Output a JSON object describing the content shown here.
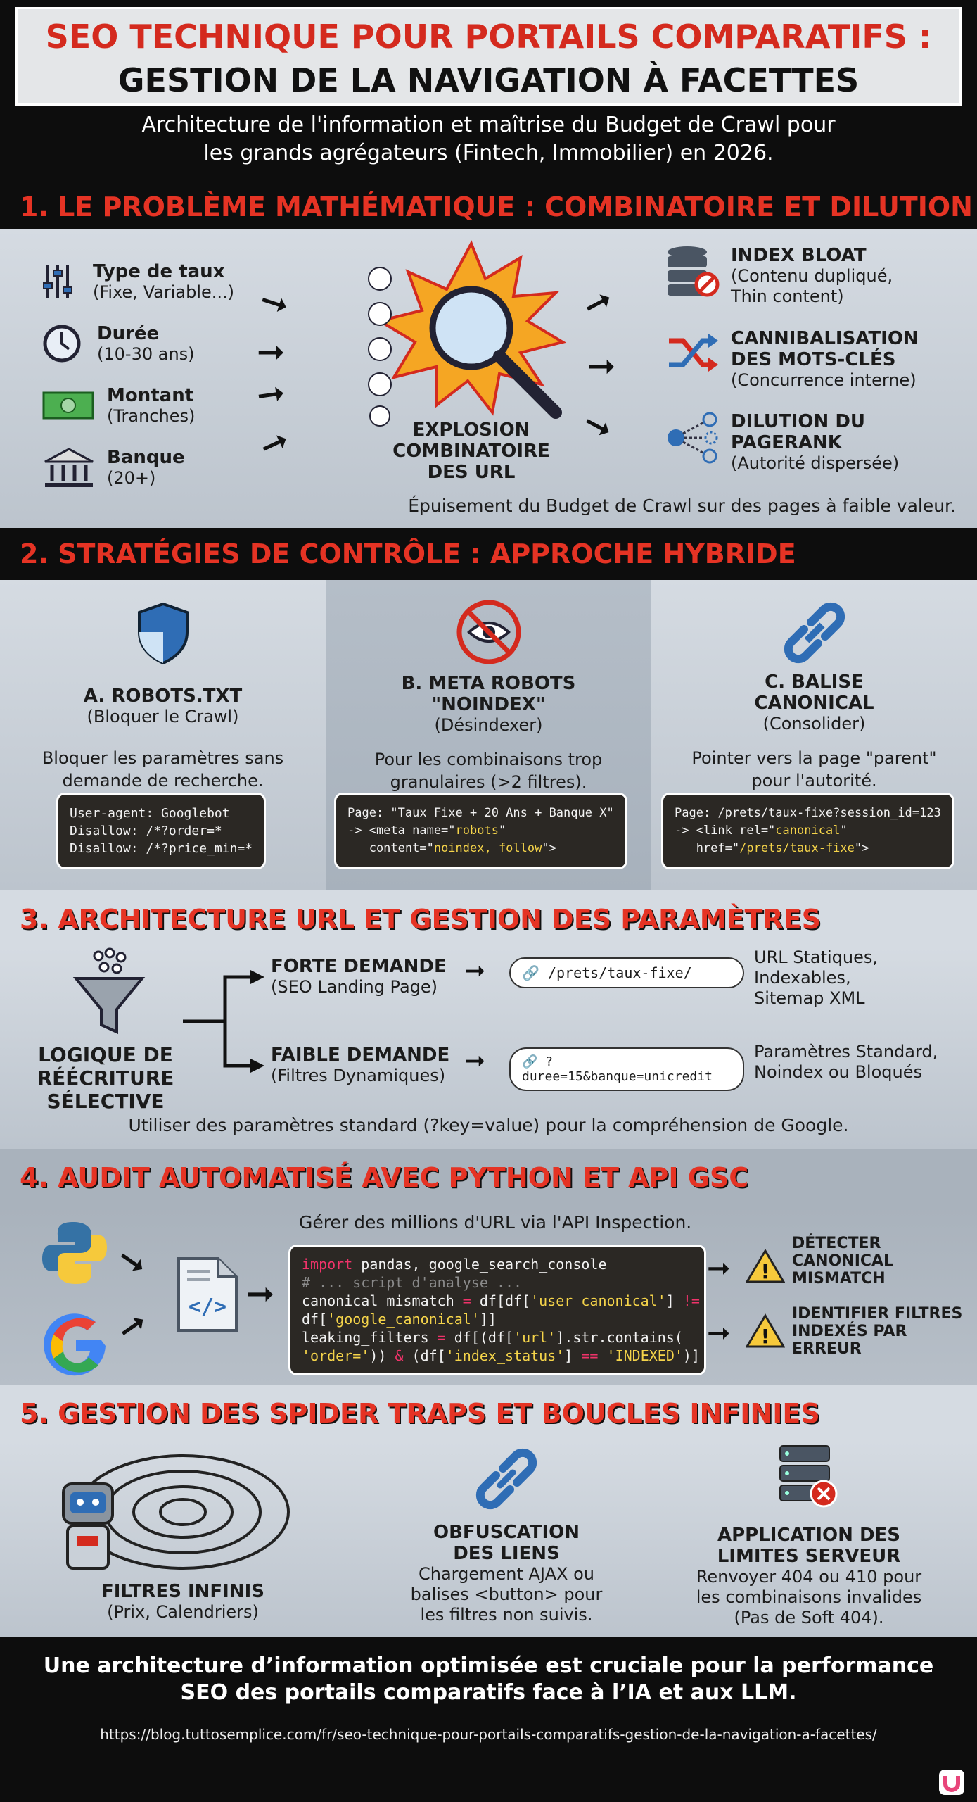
{
  "header": {
    "title_line1": "SEO TECHNIQUE POUR PORTAILS COMPARATIFS :",
    "title_line2": "GESTION DE LA NAVIGATION À FACETTES",
    "subtitle_line1": "Architecture de l'information et maîtrise du Budget de Crawl pour",
    "subtitle_line2": "les grands agrégateurs (Fintech, Immobilier) en 2026."
  },
  "s1": {
    "title": "1. LE PROBLÈME MATHÉMATIQUE : COMBINATOIRE ET DILUTION",
    "inputs": [
      {
        "label": "Type de taux",
        "sub": "(Fixe, Variable...)",
        "icon": "sliders-icon"
      },
      {
        "label": "Durée",
        "sub": "(10-30 ans)",
        "icon": "clock-icon"
      },
      {
        "label": "Montant",
        "sub": "(Tranches)",
        "icon": "banknote-icon"
      },
      {
        "label": "Banque",
        "sub": "(20+)",
        "icon": "bank-icon"
      }
    ],
    "center_l1": "EXPLOSION",
    "center_l2": "COMBINATOIRE",
    "center_l3": "DES URL",
    "outputs": [
      {
        "l1": "INDEX BLOAT",
        "l2": "",
        "s1": "(Contenu dupliqué,",
        "s2": "Thin content)",
        "icon": "database-blocked-icon"
      },
      {
        "l1": "CANNIBALISATION",
        "l2": "DES MOTS-CLÉS",
        "s1": "(Concurrence interne)",
        "s2": "",
        "icon": "shuffle-icon"
      },
      {
        "l1": "DILUTION DU",
        "l2": "PAGERANK",
        "s1": "(Autorité dispersée)",
        "s2": "",
        "icon": "network-icon"
      }
    ],
    "footnote": "Épuisement du Budget de Crawl sur des pages à faible valeur."
  },
  "s2": {
    "title": "2. STRATÉGIES DE CONTRÔLE : APPROCHE HYBRIDE",
    "cols": [
      {
        "t1": "A. ROBOTS.TXT",
        "t2": "",
        "sub": "(Bloquer le Crawl)",
        "d1": "Bloquer les paramètres sans",
        "d2": "demande de recherche.",
        "icon": "shield-icon"
      },
      {
        "t1": "B. META ROBOTS",
        "t2": "\"NOINDEX\"",
        "sub": "(Désindexer)",
        "d1": "Pour les combinaisons trop",
        "d2": "granulaires (>2 filtres).",
        "icon": "eye-slash-icon"
      },
      {
        "t1": "C. BALISE",
        "t2": "CANONICAL",
        "sub": "(Consolider)",
        "d1": "Pointer vers la page \"parent\"",
        "d2": "pour l'autorité.",
        "icon": "link-icon"
      }
    ],
    "code_a": [
      "User-agent: Googlebot",
      "Disallow: /*?order=*",
      "Disallow: /*?price_min=*"
    ],
    "code_b": {
      "l1": "Page: \"Taux Fixe + 20 Ans + Banque X\"",
      "l2a": "-> <meta name=\"",
      "l2b": "robots",
      "l2c": "\"",
      "l3a": "   content=\"",
      "l3b": "noindex, follow",
      "l3c": "\">"
    },
    "code_c": {
      "l1": "Page: /prets/taux-fixe?session_id=123",
      "l2a": "-> <link rel=\"",
      "l2b": "canonical",
      "l2c": "\"",
      "l3a": "   href=\"",
      "l3b": "/prets/taux-fixe",
      "l3c": "\">"
    }
  },
  "s3": {
    "title": "3. ARCHITECTURE URL ET GESTION DES PARAMÈTRES",
    "left_l1": "LOGIQUE DE",
    "left_l2": "RÉÉCRITURE",
    "left_l3": "SÉLECTIVE",
    "high": {
      "title": "FORTE DEMANDE",
      "sub": "(SEO Landing Page)",
      "url": "/prets/taux-fixe/",
      "r1": "URL Statiques,",
      "r2": "Indexables,",
      "r3": "Sitemap XML"
    },
    "low": {
      "title": "FAIBLE DEMANDE",
      "sub": "(Filtres Dynamiques)",
      "url": "?duree=15&banque=unicredit",
      "r1": "Paramètres Standard,",
      "r2": "Noindex ou Bloqués"
    },
    "footnote": "Utiliser des paramètres standard (?key=value) pour la compréhension de Google."
  },
  "s4": {
    "title": "4. AUDIT AUTOMATISÉ AVEC PYTHON ET API GSC",
    "caption": "Gérer des millions d'URL via l'API Inspection.",
    "out1": [
      "DÉTECTER",
      "CANONICAL",
      "MISMATCH"
    ],
    "out2": [
      "IDENTIFIER FILTRES",
      "INDEXÉS PAR",
      "ERREUR"
    ]
  },
  "s5": {
    "title": "5. GESTION DES SPIDER TRAPS ET BOUCLES INFINIES",
    "c1": {
      "t": "FILTRES INFINIS",
      "s": "(Prix, Calendriers)"
    },
    "c2": {
      "t1": "OBFUSCATION",
      "t2": "DES LIENS",
      "d1": "Chargement AJAX ou",
      "d2": "balises <button> pour",
      "d3": "les filtres non suivis."
    },
    "c3": {
      "t1": "APPLICATION DES",
      "t2": "LIMITES SERVEUR",
      "d1": "Renvoyer 404 ou 410 pour",
      "d2": "les combinaisons invalides",
      "d3": "(Pas de Soft 404)."
    }
  },
  "footer": {
    "l1": "Une architecture d’information optimisée est cruciale pour la performance",
    "l2": "SEO des portails comparatifs face à l’IA et aux LLM.",
    "url": "https://blog.tuttosemplice.com/fr/seo-technique-pour-portails-comparatifs-gestion-de-la-navigation-a-facettes/"
  },
  "colors": {
    "accent_red": "#e53324",
    "dark": "#0d0d0d",
    "code_bg": "#2b2824",
    "code_yellow": "#f5d44a",
    "blue": "#2f6db5"
  }
}
